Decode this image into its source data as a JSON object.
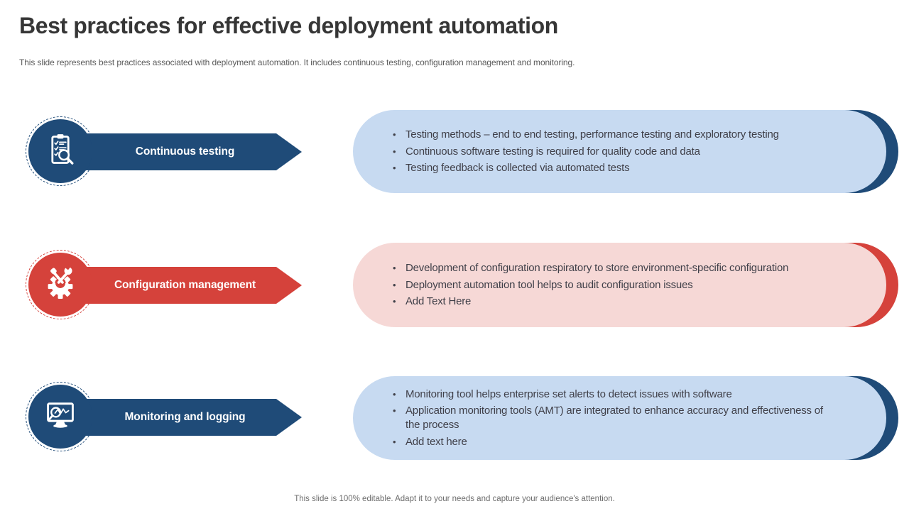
{
  "slide": {
    "title": "Best practices for effective deployment automation",
    "subtitle": "This slide represents best practices associated with deployment automation. It includes continuous testing, configuration management and monitoring.",
    "footer": "This slide is 100% editable. Adapt it to your needs and capture your audience's attention."
  },
  "colors": {
    "dark_blue": "#1F4B78",
    "red": "#D5423B",
    "light_blue": "#C7DAF1",
    "light_pink": "#F6D8D6"
  },
  "rows": [
    {
      "label": "Continuous testing",
      "icon": "clipboard-checklist-search-icon",
      "theme": "blue",
      "bullets": [
        "Testing methods – end to end testing, performance testing and exploratory testing",
        "Continuous software testing is required for quality code and data",
        "Testing feedback is collected via automated tests"
      ]
    },
    {
      "label": "Configuration management",
      "icon": "gear-tools-icon",
      "theme": "red",
      "bullets": [
        "Development of configuration respiratory to store environment-specific configuration",
        "Deployment automation tool helps to audit configuration issues",
        "Add Text Here"
      ]
    },
    {
      "label": "Monitoring and logging",
      "icon": "monitor-analytics-icon",
      "theme": "blue",
      "bullets": [
        "Monitoring tool helps enterprise set alerts to detect issues with software",
        "Application monitoring tools (AMT) are integrated to enhance accuracy and effectiveness of the process",
        "Add text here"
      ]
    }
  ]
}
